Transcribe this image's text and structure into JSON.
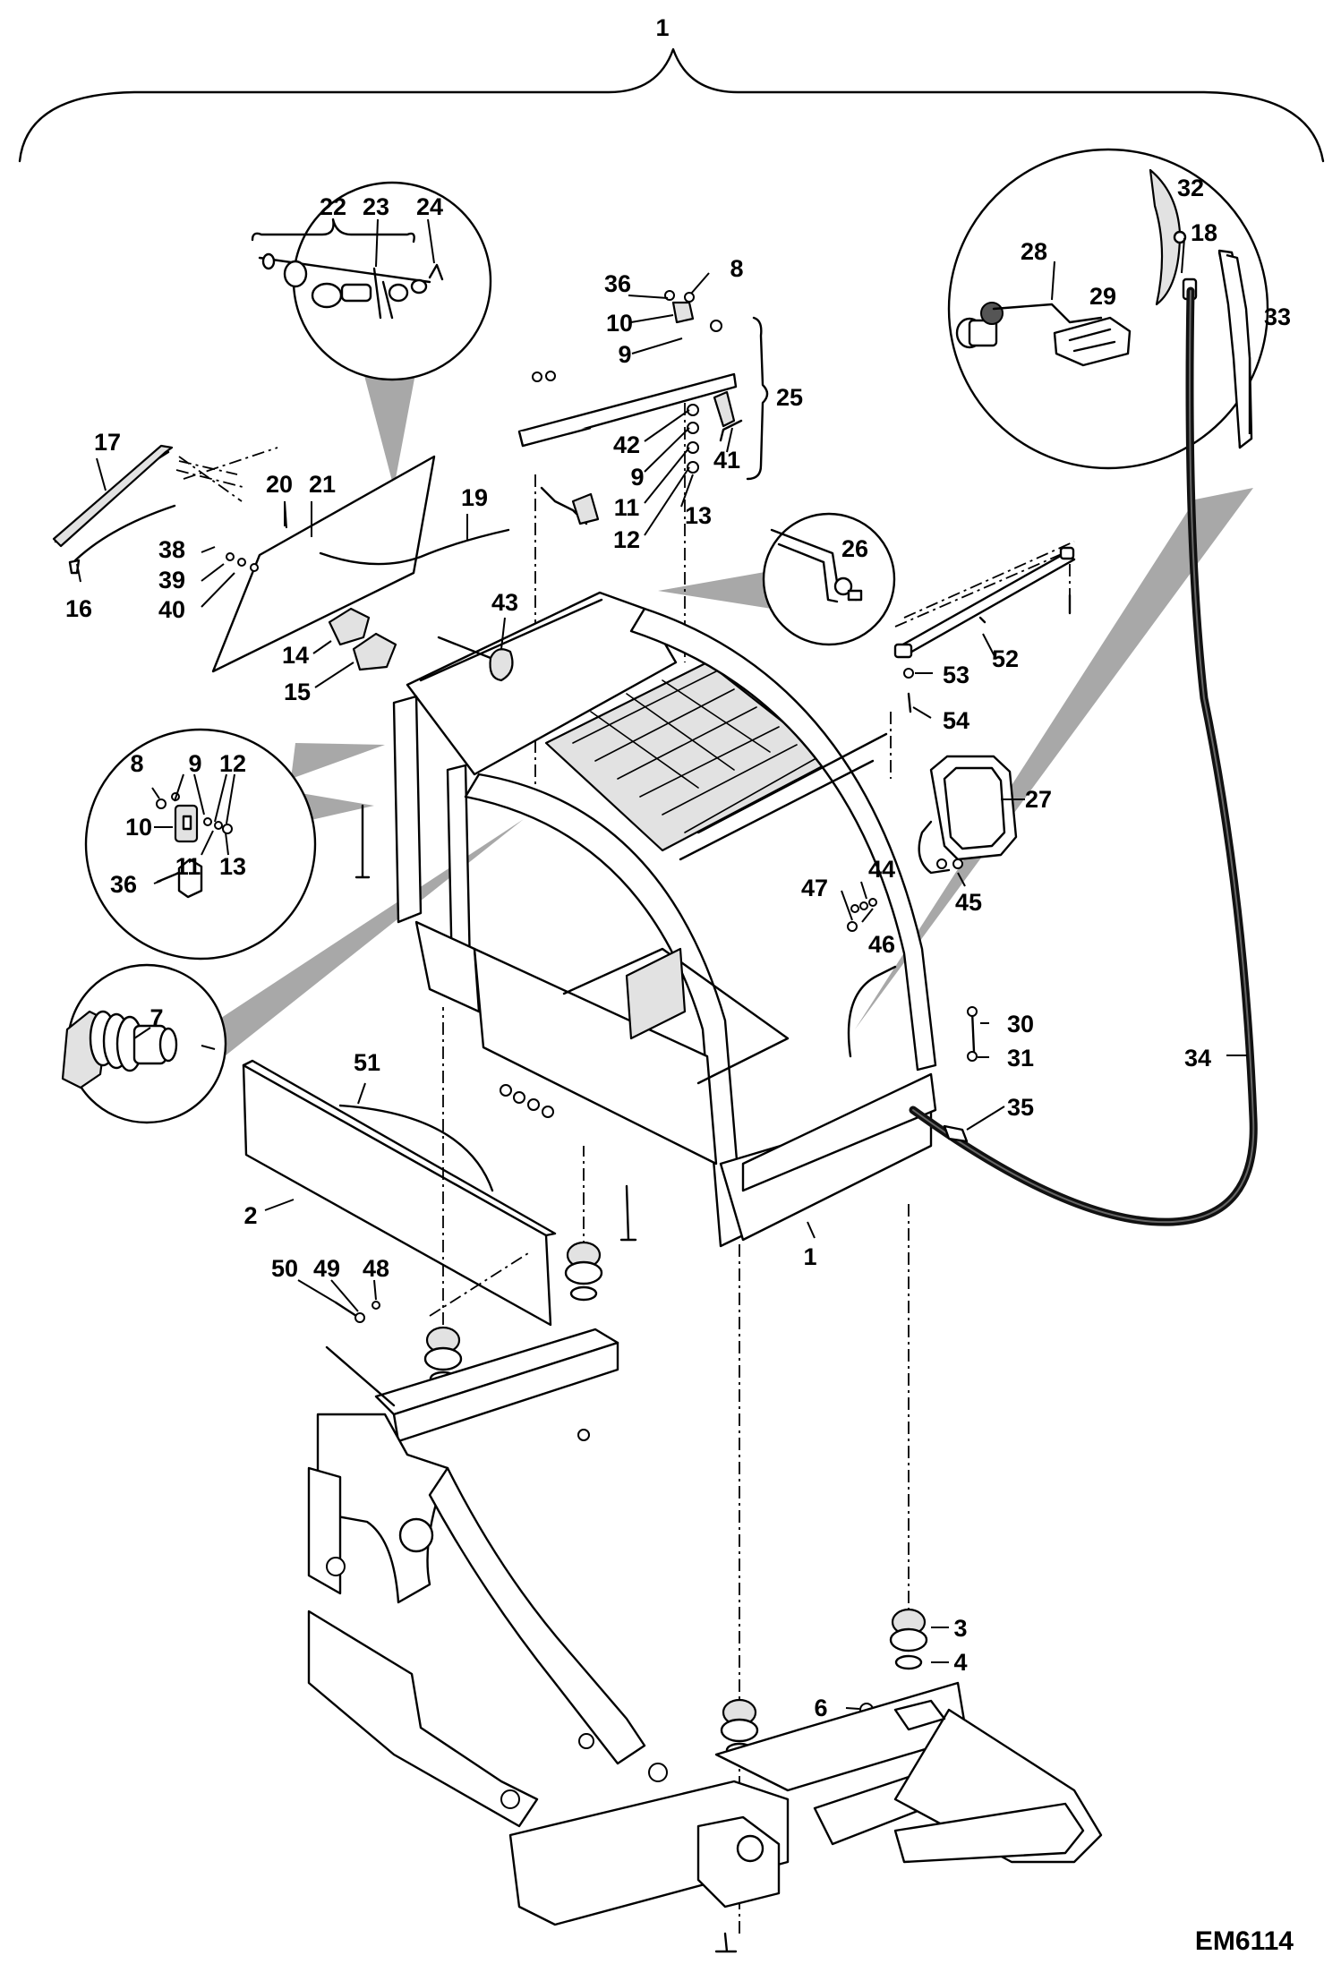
{
  "drawing": {
    "code": "EM6114"
  },
  "callouts": [
    {
      "id": "c1-top",
      "text": "1"
    },
    {
      "id": "c1-cab",
      "text": "1"
    },
    {
      "id": "c2",
      "text": "2"
    },
    {
      "id": "c3",
      "text": "3"
    },
    {
      "id": "c4",
      "text": "4"
    },
    {
      "id": "c6",
      "text": "6"
    },
    {
      "id": "c7",
      "text": "7"
    },
    {
      "id": "c8-top",
      "text": "8"
    },
    {
      "id": "c8-left",
      "text": "8"
    },
    {
      "id": "c9-top",
      "text": "9"
    },
    {
      "id": "c9-mid",
      "text": "9"
    },
    {
      "id": "c9-left",
      "text": "9"
    },
    {
      "id": "c10-top",
      "text": "10"
    },
    {
      "id": "c10-left",
      "text": "10"
    },
    {
      "id": "c11-top",
      "text": "11"
    },
    {
      "id": "c11-left",
      "text": "11"
    },
    {
      "id": "c12-top",
      "text": "12"
    },
    {
      "id": "c12-left",
      "text": "12"
    },
    {
      "id": "c13-top",
      "text": "13"
    },
    {
      "id": "c13-left",
      "text": "13"
    },
    {
      "id": "c14",
      "text": "14"
    },
    {
      "id": "c15",
      "text": "15"
    },
    {
      "id": "c16",
      "text": "16"
    },
    {
      "id": "c17",
      "text": "17"
    },
    {
      "id": "c18",
      "text": "18"
    },
    {
      "id": "c19",
      "text": "19"
    },
    {
      "id": "c20",
      "text": "20"
    },
    {
      "id": "c21",
      "text": "21"
    },
    {
      "id": "c22",
      "text": "22"
    },
    {
      "id": "c23",
      "text": "23"
    },
    {
      "id": "c24",
      "text": "24"
    },
    {
      "id": "c25",
      "text": "25"
    },
    {
      "id": "c26",
      "text": "26"
    },
    {
      "id": "c27",
      "text": "27"
    },
    {
      "id": "c28",
      "text": "28"
    },
    {
      "id": "c29",
      "text": "29"
    },
    {
      "id": "c30",
      "text": "30"
    },
    {
      "id": "c31",
      "text": "31"
    },
    {
      "id": "c32",
      "text": "32"
    },
    {
      "id": "c33",
      "text": "33"
    },
    {
      "id": "c34",
      "text": "34"
    },
    {
      "id": "c35",
      "text": "35"
    },
    {
      "id": "c36-top",
      "text": "36"
    },
    {
      "id": "c36-left",
      "text": "36"
    },
    {
      "id": "c38",
      "text": "38"
    },
    {
      "id": "c39",
      "text": "39"
    },
    {
      "id": "c40",
      "text": "40"
    },
    {
      "id": "c41",
      "text": "41"
    },
    {
      "id": "c42",
      "text": "42"
    },
    {
      "id": "c43",
      "text": "43"
    },
    {
      "id": "c44",
      "text": "44"
    },
    {
      "id": "c45",
      "text": "45"
    },
    {
      "id": "c46",
      "text": "46"
    },
    {
      "id": "c47",
      "text": "47"
    },
    {
      "id": "c48",
      "text": "48"
    },
    {
      "id": "c49",
      "text": "49"
    },
    {
      "id": "c50",
      "text": "50"
    },
    {
      "id": "c51",
      "text": "51"
    },
    {
      "id": "c52",
      "text": "52"
    },
    {
      "id": "c53",
      "text": "53"
    },
    {
      "id": "c54",
      "text": "54"
    }
  ]
}
